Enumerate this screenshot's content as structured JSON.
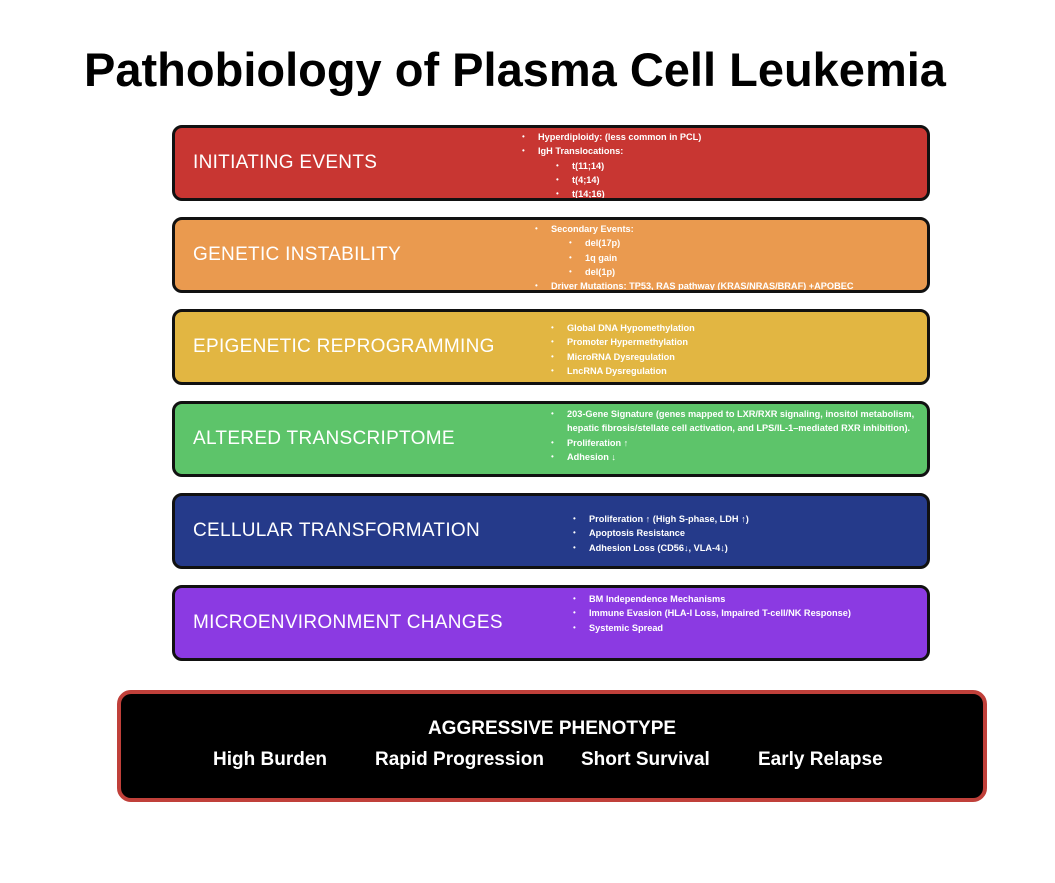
{
  "title": "Pathobiology of Plasma Cell Leukemia",
  "colors": {
    "initiating": "#c83632",
    "genetic": "#ea9a4f",
    "epigenetic": "#e2b642",
    "transcriptome": "#5dc46a",
    "transformation": "#253a8a",
    "microenvironment": "#8b3ae2",
    "phenotype_border": "#c0403a"
  },
  "stages": [
    {
      "label": "INITIATING EVENTS",
      "details": [
        "Hyperdiploidy: (less common in PCL)",
        "IgH Translocations:",
        "t(11;14)",
        "t(4;14)",
        "t(14;16)"
      ]
    },
    {
      "label": "GENETIC INSTABILITY",
      "details": [
        "Secondary Events:",
        "del(17p)",
        "1q gain",
        "del(1p)",
        "Driver Mutations: TP53, RAS pathway (KRAS/NRAS/BRAF) +APOBEC"
      ]
    },
    {
      "label": "EPIGENETIC REPROGRAMMING",
      "details": [
        "Global DNA Hypomethylation",
        "Promoter Hypermethylation",
        "MicroRNA Dysregulation",
        "LncRNA Dysregulation"
      ]
    },
    {
      "label": "ALTERED TRANSCRIPTOME",
      "details": [
        "203-Gene Signature (genes mapped to LXR/RXR signaling, inositol metabolism, hepatic fibrosis/stellate cell activation, and LPS/IL-1–mediated RXR inhibition).",
        "Proliferation ↑",
        "Adhesion ↓"
      ]
    },
    {
      "label": "CELLULAR TRANSFORMATION",
      "details": [
        "Proliferation ↑ (High S-phase, LDH ↑)",
        "Apoptosis Resistance",
        "Adhesion Loss (CD56↓, VLA-4↓)"
      ]
    },
    {
      "label": "MICROENVIRONMENT CHANGES",
      "details": [
        "BM Independence Mechanisms",
        "Immune Evasion (HLA-I Loss, Impaired T-cell/NK Response)",
        "Systemic Spread"
      ]
    }
  ],
  "phenotype": {
    "title": "AGGRESSIVE PHENOTYPE",
    "features": [
      "High Burden",
      "Rapid Progression",
      "Short Survival",
      "Early Relapse"
    ]
  }
}
